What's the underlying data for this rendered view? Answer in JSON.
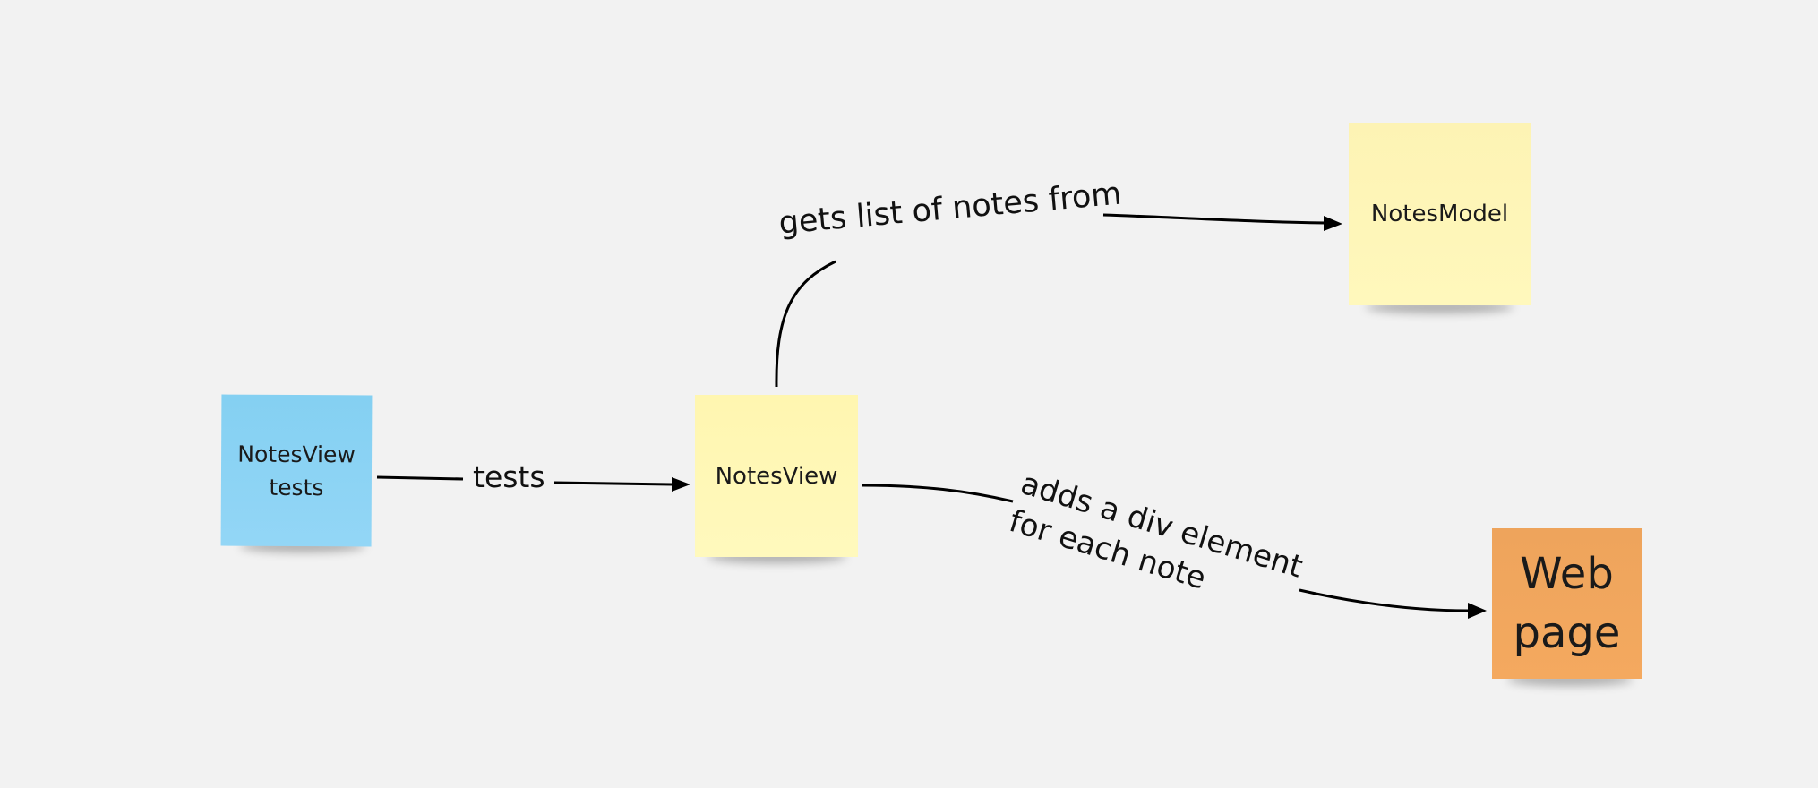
{
  "notes": {
    "notesview_tests": {
      "text": "NotesView\ntests",
      "color": "#8fd3f4"
    },
    "notesview": {
      "text": "NotesView",
      "color": "#fff8b8"
    },
    "notesmodel": {
      "text": "NotesModel",
      "color": "#fff8b8"
    },
    "webpage": {
      "text": "Web\npage",
      "color": "#f2a55a"
    }
  },
  "edges": {
    "tests": {
      "label": "tests"
    },
    "gets_list": {
      "label": "gets list of notes from"
    },
    "adds_div": {
      "line1": "adds a div element",
      "line2": "for each note"
    }
  }
}
